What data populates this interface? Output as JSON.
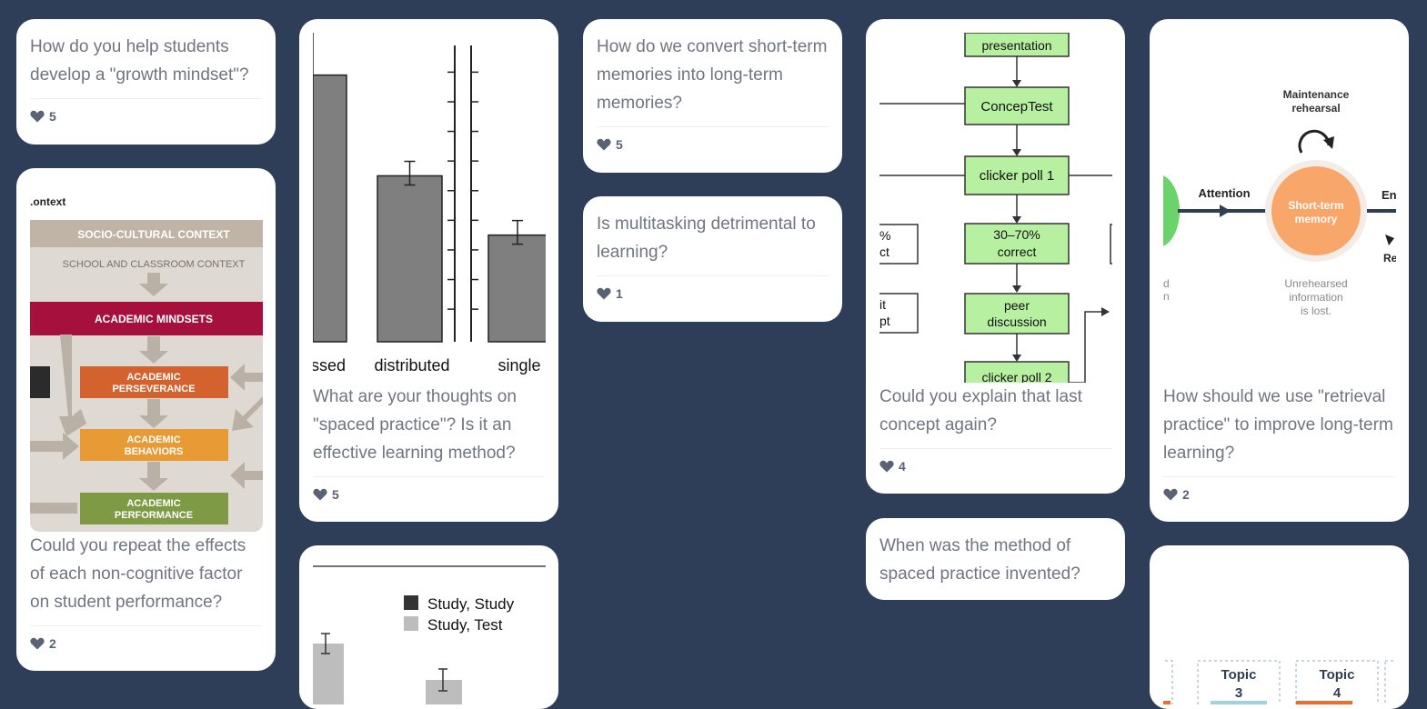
{
  "cards": {
    "c1": {
      "question": "How do you help students develop a \"growth mindset\"?",
      "likes": "5"
    },
    "c2": {
      "question": "Could you repeat the effects of each non-cognitive factor on student performance?",
      "likes": "2",
      "image": {
        "corner_label": ".ontext",
        "socio": "SOCIO-CULTURAL CONTEXT",
        "school": "SCHOOL AND CLASSROOM CONTEXT",
        "mindsets": "ACADEMIC MINDSETS",
        "persev1": "ACADEMIC",
        "persev2": "PERSEVERANCE",
        "behav1": "ACADEMIC",
        "behav2": "BEHAVIORS",
        "perf1": "ACADEMIC",
        "perf2": "PERFORMANCE"
      }
    },
    "c3": {
      "question": "What are your thoughts on \"spaced practice\"? Is it an effective learning method?",
      "likes": "5",
      "chart_data": {
        "type": "bar",
        "categories": [
          "massed",
          "distributed",
          "single"
        ],
        "visible_category_labels": [
          "ssed",
          "distributed",
          "single"
        ],
        "values": [
          9,
          5.6,
          3.6
        ],
        "ylim": [
          0,
          10
        ]
      }
    },
    "c4": {
      "chart_data": {
        "type": "bar",
        "series": [
          {
            "name": "Study, Study",
            "color": "#333333"
          },
          {
            "name": "Study, Test",
            "color": "#bdbdbd"
          }
        ]
      }
    },
    "c5": {
      "question": "How do we convert short-term memories into long-term memories?",
      "likes": "5"
    },
    "c6": {
      "question": "Is multitasking detrimental to learning?",
      "likes": "1"
    },
    "c7": {
      "question": "Could you explain that last concept again?",
      "likes": "4",
      "image": {
        "top": "presentation",
        "concep": "ConcepTest",
        "poll1": "clicker poll 1",
        "pct1": "30–70%",
        "pct2": "correct",
        "peer1": "peer",
        "peer2": "discussion",
        "poll2": "clicker poll 2",
        "left1a": "%",
        "left1b": "ct",
        "left2a": "it",
        "left2b": "pt"
      }
    },
    "c8": {
      "question": "When was the method of spaced practice invented?"
    },
    "c9": {
      "question": "How should we use \"retrieval practice\" to improve long-term learning?",
      "likes": "2",
      "image": {
        "maint1": "Maintenance",
        "maint2": "rehearsal",
        "attention": "Attention",
        "en": "En",
        "re": "Re",
        "stm1": "Short-term",
        "stm2": "memory",
        "lost1": "Unrehearsed",
        "lost2": "information",
        "lost3": "is lost.",
        "left1": "d",
        "left2": "n"
      }
    },
    "c10": {
      "image": {
        "topic3a": "Topic",
        "topic3b": "3",
        "topic4a": "Topic",
        "topic4b": "4"
      }
    }
  },
  "colors": {
    "background": "#2e3e58",
    "heart": "#5a6275",
    "mindsets": "#a6103c",
    "perseverance": "#d4622e",
    "behaviors": "#e89a34",
    "performance": "#7f9a45",
    "flow_box": "#b7f0a0",
    "stm": "#f9a66b"
  }
}
